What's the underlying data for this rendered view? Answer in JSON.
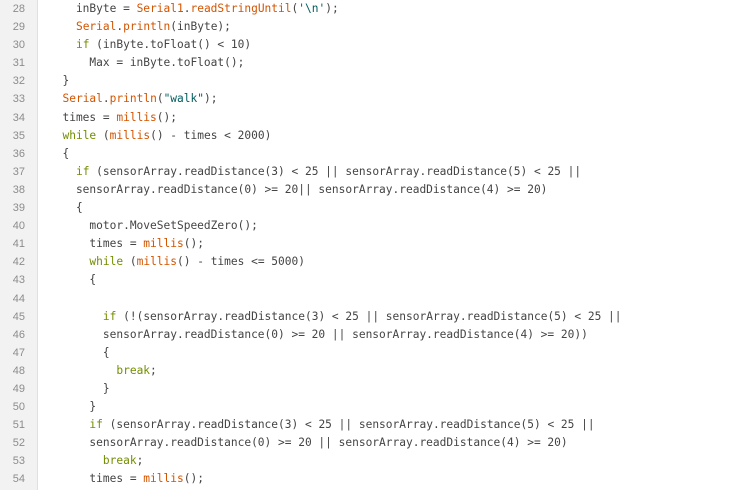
{
  "editor": {
    "lines": [
      {
        "n": "28",
        "tokens": [
          {
            "t": "    inByte = "
          },
          {
            "t": "Serial1",
            "c": "f"
          },
          {
            "t": "."
          },
          {
            "t": "readStringUntil",
            "c": "f"
          },
          {
            "t": "("
          },
          {
            "t": "'\\n'",
            "c": "s"
          },
          {
            "t": ");"
          }
        ]
      },
      {
        "n": "29",
        "tokens": [
          {
            "t": "    "
          },
          {
            "t": "Serial",
            "c": "f"
          },
          {
            "t": "."
          },
          {
            "t": "println",
            "c": "f"
          },
          {
            "t": "(inByte);"
          }
        ]
      },
      {
        "n": "30",
        "tokens": [
          {
            "t": "    "
          },
          {
            "t": "if",
            "c": "k"
          },
          {
            "t": " (inByte.toFloat() < 10)"
          }
        ]
      },
      {
        "n": "31",
        "tokens": [
          {
            "t": "      Max = inByte.toFloat();"
          }
        ]
      },
      {
        "n": "32",
        "tokens": [
          {
            "t": "  }"
          }
        ]
      },
      {
        "n": "33",
        "tokens": [
          {
            "t": "  "
          },
          {
            "t": "Serial",
            "c": "f"
          },
          {
            "t": "."
          },
          {
            "t": "println",
            "c": "f"
          },
          {
            "t": "("
          },
          {
            "t": "\"walk\"",
            "c": "s"
          },
          {
            "t": ");"
          }
        ]
      },
      {
        "n": "34",
        "tokens": [
          {
            "t": "  times = "
          },
          {
            "t": "millis",
            "c": "f"
          },
          {
            "t": "();"
          }
        ]
      },
      {
        "n": "35",
        "tokens": [
          {
            "t": "  "
          },
          {
            "t": "while",
            "c": "k"
          },
          {
            "t": " ("
          },
          {
            "t": "millis",
            "c": "f"
          },
          {
            "t": "() - times < 2000)"
          }
        ]
      },
      {
        "n": "36",
        "tokens": [
          {
            "t": "  {"
          }
        ]
      },
      {
        "n": "37",
        "tokens": [
          {
            "t": "    "
          },
          {
            "t": "if",
            "c": "k"
          },
          {
            "t": " (sensorArray.readDistance(3) < 25 || sensorArray.readDistance(5) < 25 ||"
          }
        ]
      },
      {
        "n": "38",
        "tokens": [
          {
            "t": "    sensorArray.readDistance(0) >= 20|| sensorArray.readDistance(4) >= 20)"
          }
        ]
      },
      {
        "n": "39",
        "tokens": [
          {
            "t": "    {"
          }
        ]
      },
      {
        "n": "40",
        "tokens": [
          {
            "t": "      motor.MoveSetSpeedZero();"
          }
        ]
      },
      {
        "n": "41",
        "tokens": [
          {
            "t": "      times = "
          },
          {
            "t": "millis",
            "c": "f"
          },
          {
            "t": "();"
          }
        ]
      },
      {
        "n": "42",
        "tokens": [
          {
            "t": "      "
          },
          {
            "t": "while",
            "c": "k"
          },
          {
            "t": " ("
          },
          {
            "t": "millis",
            "c": "f"
          },
          {
            "t": "() - times <= 5000)"
          }
        ]
      },
      {
        "n": "43",
        "tokens": [
          {
            "t": "      {"
          }
        ]
      },
      {
        "n": "44",
        "tokens": []
      },
      {
        "n": "45",
        "tokens": [
          {
            "t": "        "
          },
          {
            "t": "if",
            "c": "k"
          },
          {
            "t": " (!(sensorArray.readDistance(3) < 25 || sensorArray.readDistance(5) < 25 ||"
          }
        ]
      },
      {
        "n": "46",
        "tokens": [
          {
            "t": "        sensorArray.readDistance(0) >= 20 || sensorArray.readDistance(4) >= 20))"
          }
        ]
      },
      {
        "n": "47",
        "tokens": [
          {
            "t": "        {"
          }
        ]
      },
      {
        "n": "48",
        "tokens": [
          {
            "t": "          "
          },
          {
            "t": "break",
            "c": "k"
          },
          {
            "t": ";"
          }
        ]
      },
      {
        "n": "49",
        "tokens": [
          {
            "t": "        }"
          }
        ]
      },
      {
        "n": "50",
        "tokens": [
          {
            "t": "      }"
          }
        ]
      },
      {
        "n": "51",
        "tokens": [
          {
            "t": "      "
          },
          {
            "t": "if",
            "c": "k"
          },
          {
            "t": " (sensorArray.readDistance(3) < 25 || sensorArray.readDistance(5) < 25 ||"
          }
        ]
      },
      {
        "n": "52",
        "tokens": [
          {
            "t": "      sensorArray.readDistance(0) >= 20 || sensorArray.readDistance(4) >= 20)"
          }
        ]
      },
      {
        "n": "53",
        "tokens": [
          {
            "t": "        "
          },
          {
            "t": "break",
            "c": "k"
          },
          {
            "t": ";"
          }
        ]
      },
      {
        "n": "54",
        "tokens": [
          {
            "t": "      times = "
          },
          {
            "t": "millis",
            "c": "f"
          },
          {
            "t": "();"
          }
        ]
      }
    ]
  },
  "colors": {
    "keyword": "#728e00",
    "function": "#d35400",
    "string": "#005c5f",
    "text": "#444444",
    "line_number": "#8c8c8c",
    "gutter": "#f2f2f2"
  }
}
